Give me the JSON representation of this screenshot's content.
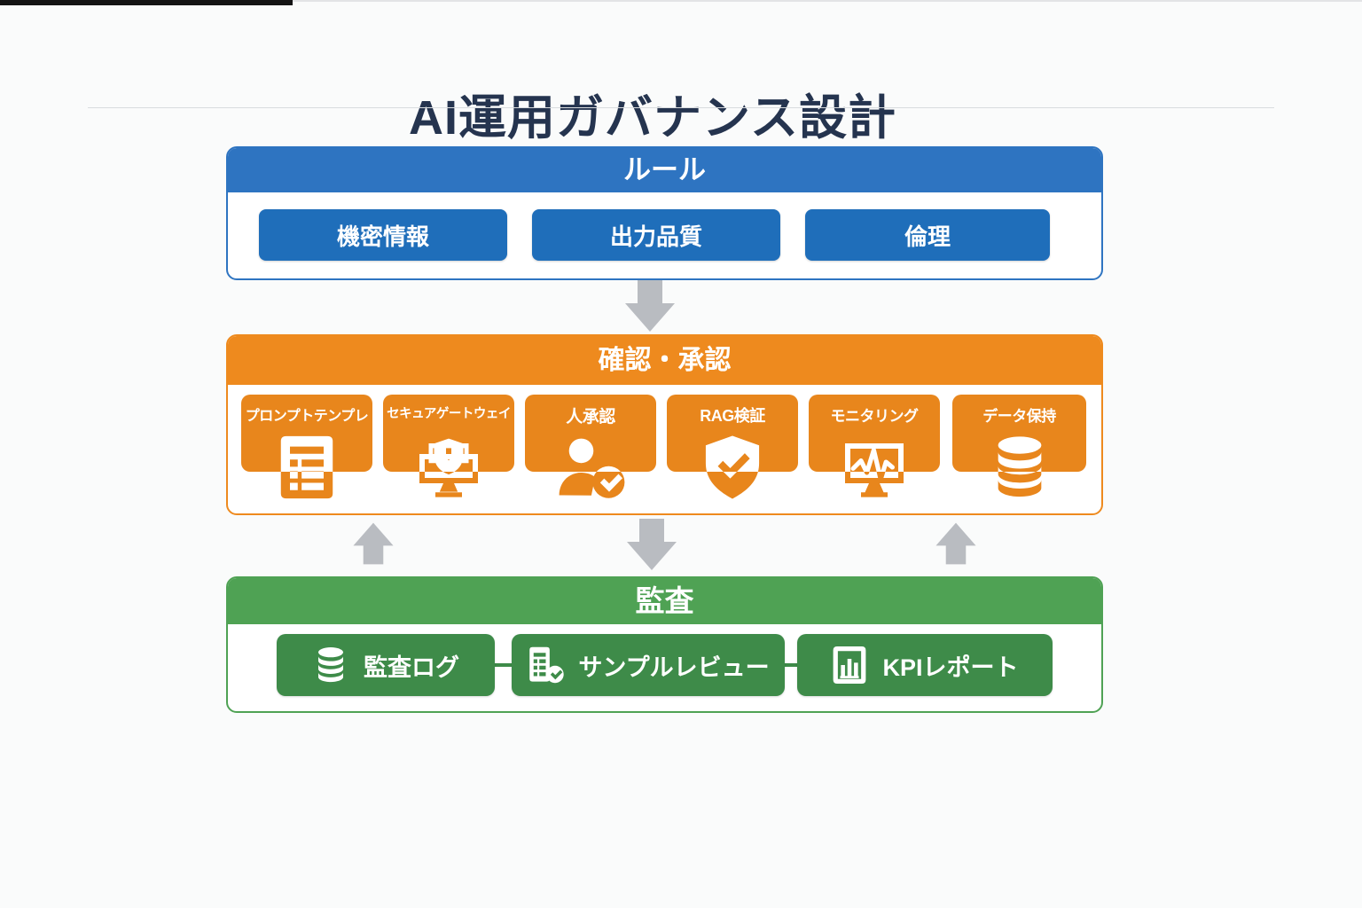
{
  "title": "AI運用ガバナンス設計",
  "colors": {
    "title_text": "#25344f",
    "rules_blue": "#2e74c1",
    "rules_chip_blue": "#1f6eba",
    "approval_orange": "#ee8a1e",
    "approval_node_orange": "#e8861c",
    "audit_green": "#4fa254",
    "audit_chip_green": "#3e8b49",
    "arrow_gray": "#b9bcc1"
  },
  "sections": {
    "rules": {
      "header": "ルール",
      "items": [
        {
          "label": "機密情報"
        },
        {
          "label": "出力品質"
        },
        {
          "label": "倫理"
        }
      ]
    },
    "approval": {
      "header": "確認・承認",
      "items": [
        {
          "label": "プロンプトテンプレ",
          "icon": "document-template-icon"
        },
        {
          "label": "セキュアゲートウェイ",
          "icon": "secure-gateway-icon"
        },
        {
          "label": "人承認",
          "icon": "user-check-icon"
        },
        {
          "label": "RAG検証",
          "icon": "shield-check-icon"
        },
        {
          "label": "モニタリング",
          "icon": "monitoring-icon"
        },
        {
          "label": "データ保持",
          "icon": "database-icon"
        }
      ]
    },
    "audit": {
      "header": "監査",
      "items": [
        {
          "label": "監査ログ",
          "icon": "database-icon"
        },
        {
          "label": "サンプルレビュー",
          "icon": "document-check-icon"
        },
        {
          "label": "KPIレポート",
          "icon": "bar-chart-icon"
        }
      ]
    }
  }
}
